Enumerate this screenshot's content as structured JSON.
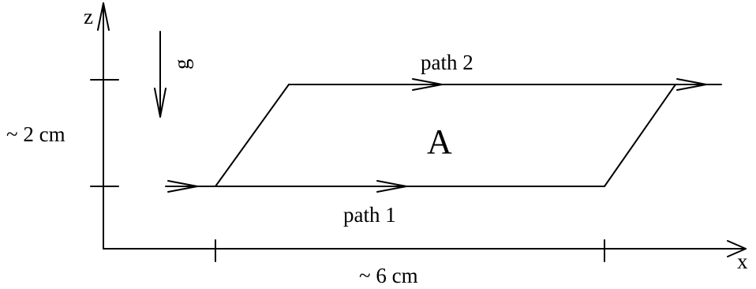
{
  "axes": {
    "z_label": "z",
    "x_label": "x"
  },
  "gravity": {
    "label": "g"
  },
  "paths": {
    "path1_label": "path 1",
    "path2_label": "path 2"
  },
  "area": {
    "label": "A"
  },
  "dimensions": {
    "height_label": "~ 2 cm",
    "width_label": "~ 6 cm"
  }
}
